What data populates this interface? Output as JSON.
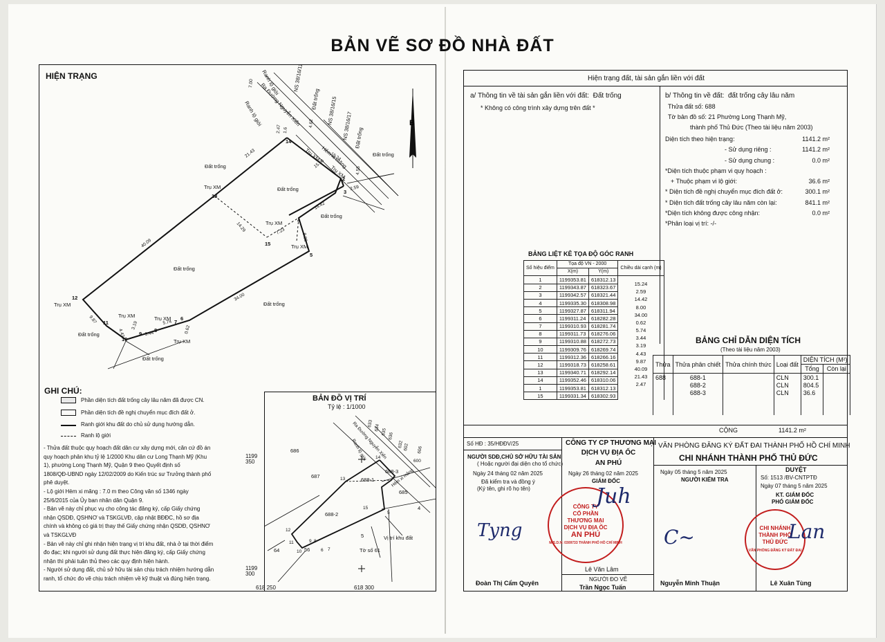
{
  "title": "BẢN VẼ SƠ ĐỒ NHÀ ĐẤT",
  "left": {
    "heading": "HIỆN TRẠNG",
    "compass_letter": "B",
    "plot_labels": {
      "ranh_lo_gioi_1": "Ranh lộ giới",
      "ranh_lo_gioi_2": "Ranh lộ giới",
      "ra_duong": "Ra Đường Nguyễn Xiển",
      "ns1": "NS 38/16/11",
      "ns2": "NS 38/16/15",
      "ns3": "NS 38/16/17",
      "dat_trong_top": "Đất trống",
      "hem": "Hẻm xi măng",
      "dat_trong_top2": "Đất trống",
      "dat_trong_right": "Đất trống",
      "dat_trong_left": "Đất trống",
      "dat_trong_center": "Đất trống",
      "dat_trong_mid": "Đất trống",
      "dat_trong_main": "Đất trống",
      "dat_trong_bottomright": "Đất trống",
      "dat_trong_bottomleft": "Đất trống",
      "dat_trong_bottom": "Đất trống",
      "tru_xm_13": "Trụ XM",
      "tru_xm_12": "Trụ XM",
      "tru_xm_a": "Trụ XM",
      "tru_xm_b": "Trụ XM",
      "tru_xm_c": "Trụ XM",
      "tru_xm_d": "Trụ XM",
      "tru_xm_e": "Trụ XM",
      "tru_xm_f": "Trụ XM",
      "tru_xm_g": "Trụ XM",
      "tru_xm_h": "Trụ XM"
    },
    "points": [
      "1",
      "2",
      "3",
      "4",
      "5",
      "6",
      "7",
      "8",
      "9",
      "10",
      "11",
      "12",
      "13",
      "14",
      "15"
    ],
    "dims": {
      "d7_00": "7.00",
      "d1_6": "1.6",
      "d2_47": "2.47",
      "d4_62": "4.62",
      "d4_55": "4.55",
      "d15_24": "15.24",
      "d15_06": "15.06",
      "d2_59": "2.59",
      "d14_42": "14.42",
      "d21_43": "21.43",
      "d14_29": "14.29",
      "d7_23": "7.23",
      "d8_00": "8.00",
      "d40_09": "40.09",
      "d34_00": "34.00",
      "d9_87": "9.87",
      "d4_43": "4.43",
      "d3_19": "3.19",
      "d3_44": "3.44",
      "d5_74": "5.74",
      "d0_62": "0.62"
    },
    "ghichu": {
      "heading": "GHI CHÚ:",
      "legend": [
        "Phần diện tích đất trống cây lâu năm đã được CN.",
        "Phần diện tích đề nghị chuyển mục đích đất ở.",
        "Ranh giới khu đất do chủ sử dụng hướng dẫn.",
        "Ranh lộ giới"
      ],
      "notes": [
        "- Thửa đất thuộc quy hoạch đất dân cư xây dựng mới, căn cứ đồ án",
        "quy hoạch phân khu tỷ lệ 1/2000 Khu dân cư Long Thạnh Mỹ (Khu",
        "1), phường Long Thạnh Mỹ, Quận 9 theo Quyết định số",
        "1808/QĐ-UBND ngày 12/02/2009 do Kiến trúc sư Trưởng thành phố",
        "phê duyệt.",
        "- Lộ giới Hẻm xi măng : 7.0 m theo Công văn số 1346 ngày",
        "25/6/2015 của Ủy ban nhân dân Quận 9.",
        "- Bản vẽ này chỉ phục vụ cho công tác đăng ký, cấp Giấy chứng",
        "nhận QSDĐ, QSHNƠ và TSKGLVĐ, cập nhật BĐĐC, hồ sơ địa",
        "chính và không có giá trị thay thế Giấy chứng nhận QSDĐ, QSHNƠ",
        "và TSKGLVĐ",
        "- Bản vẽ này chỉ ghi nhận hiện trạng vị trí khu đất, nhà ở tại thời điểm",
        "đo đạc; khi người sử dụng đất thực hiện đăng ký, cấp Giấy chứng",
        "nhận thì phải tuân thủ theo các quy định hiện hành.",
        "- Người sử dụng đất, chủ sở hữu tài sản chịu trách nhiệm hướng dẫn",
        "ranh, tổ chức đo vẽ chịu trách nhiệm về kỹ thuật và đúng hiện trạng."
      ]
    },
    "bando": {
      "title": "BẢN ĐỒ VỊ TRÍ",
      "scale": "Tỷ lệ : 1/1000",
      "grid_y_top": "1199",
      "grid_y_top2": "350",
      "grid_y_bot": "1199",
      "grid_y_bot2": "300",
      "grid_x_left": "618",
      "grid_x_left2": "250",
      "grid_x_right": "618",
      "grid_x_right2": "300",
      "parcels": [
        "686",
        "687",
        "688-1",
        "688-3",
        "685",
        "688-2",
        "5",
        "4",
        "64",
        "56",
        "633",
        "634",
        "635",
        "636",
        "632",
        "602",
        "600",
        "606"
      ],
      "labels": {
        "ra_duong": "Ra Đường Nguyễn Xiển",
        "ranh": "Ranh lộ giới",
        "hem": "Hẻm xi măng",
        "vitri": "Vị trí khu đất",
        "toso": "Tờ số 61"
      },
      "points": [
        "14",
        "13",
        "12",
        "11",
        "10",
        "9",
        "8",
        "7",
        "6",
        "15",
        "3",
        "5"
      ]
    }
  },
  "right": {
    "header": "Hiện trạng đất, tài sản gắn liền với đất",
    "a_title": "a/ Thông tin về tài sản gắn liền với đất:",
    "a_value": "Đất trống",
    "a_note": "* Không có công trình xây dựng trên đất *",
    "b_title": "b/ Thông tin về đất:",
    "b_value": "đất trống cây lâu năm",
    "thua": "Thửa đất số: 688",
    "to_ban_do": "Tờ bản đồ số: 21 Phường Long Thạnh Mỹ,",
    "tp": "thành phố Thủ Đức (Theo tài liệu năm 2003)",
    "area_rows": [
      {
        "label": "Diện tích theo hiện trạng:",
        "value": "1141.2 m²"
      },
      {
        "label": "- Sử dụng riêng :",
        "value": "1141.2 m²"
      },
      {
        "label": "- Sử dụng chung :",
        "value": "0.0 m²"
      },
      {
        "label": "*Diện tích thuộc phạm vi quy hoạch :",
        "value": ""
      },
      {
        "label": "+ Thuộc phạm vi lộ giới:",
        "value": "36.6 m²"
      },
      {
        "label": "* Diện tích đề nghị chuyển mục đích đất ở:",
        "value": "300.1 m²"
      },
      {
        "label": "* Diện tích đất trống cây lâu năm còn lại:",
        "value": "841.1 m²"
      },
      {
        "label": "*Diện tích không được công nhận:",
        "value": "0.0 m²"
      },
      {
        "label": "*Phân loại vị trí: -/-",
        "value": ""
      }
    ],
    "coord_title": "BẢNG LIỆT KÊ TỌA ĐỘ GÓC RANH",
    "coord_head": {
      "so_hieu": "Số hiệu điểm",
      "toado": "Tọa độ VN - 2000",
      "x": "X(m)",
      "y": "Y(m)",
      "chieu": "Chiều dài cạnh (m)"
    },
    "coords": [
      {
        "p": "1",
        "x": "1199353.81",
        "y": "618312.13"
      },
      {
        "p": "2",
        "x": "1199343.87",
        "y": "618323.67"
      },
      {
        "p": "3",
        "x": "1199342.57",
        "y": "618321.44"
      },
      {
        "p": "4",
        "x": "1199335.30",
        "y": "618308.98"
      },
      {
        "p": "5",
        "x": "1199327.87",
        "y": "618311.94"
      },
      {
        "p": "6",
        "x": "1199311.24",
        "y": "618282.28"
      },
      {
        "p": "7",
        "x": "1199310.93",
        "y": "618281.74"
      },
      {
        "p": "8",
        "x": "1199311.73",
        "y": "618276.06"
      },
      {
        "p": "9",
        "x": "1199310.88",
        "y": "618272.73"
      },
      {
        "p": "10",
        "x": "1199309.76",
        "y": "618269.74"
      },
      {
        "p": "11",
        "x": "1199312.36",
        "y": "618266.16"
      },
      {
        "p": "12",
        "x": "1199318.73",
        "y": "618258.61"
      },
      {
        "p": "13",
        "x": "1199340.71",
        "y": "618292.14"
      },
      {
        "p": "14",
        "x": "1199352.46",
        "y": "618310.06"
      },
      {
        "p": "1",
        "x": "1199353.81",
        "y": "618312.13"
      },
      {
        "p": "15",
        "x": "1199331.34",
        "y": "618302.93"
      }
    ],
    "edges": [
      "15.24",
      "2.59",
      "14.42",
      "8.00",
      "34.00",
      "0.62",
      "5.74",
      "3.44",
      "3.19",
      "4.43",
      "9.87",
      "40.09",
      "21.43",
      "2.47"
    ],
    "area_title": "BẢNG CHỈ DẪN DIỆN TÍCH",
    "area_sub": "(Theo tài liệu năm 2003)",
    "area_head": {
      "thua": "Thửa",
      "phanchiet": "Thửa phân chiết",
      "chinhthuc": "Thửa chính thức",
      "loaidat": "Loại đất",
      "dientich": "DIỆN TÍCH (M²)",
      "tong": "Tổng",
      "conlai": "Còn lại"
    },
    "area_thua": "688",
    "area_data": [
      {
        "pc": "688-1",
        "ld": "CLN",
        "dt": "300.1"
      },
      {
        "pc": "688-2",
        "ld": "CLN",
        "dt": "804.5"
      },
      {
        "pc": "688-3",
        "ld": "CLN",
        "dt": "36.6"
      }
    ],
    "cong_label": "CỘNG",
    "cong_value": "1141.2 m²",
    "sign": {
      "so_hd": "Số HĐ : 35/HĐĐV/25",
      "owner_title": "NGƯỜI SDĐ,CHỦ SỞ HỮU TÀI SẢN",
      "owner_sub": "( Hoặc người đại diện cho tổ chức)",
      "owner_date": "Ngày 24 tháng 02 năm 2025",
      "owner_note1": "Đã kiểm tra và đồng ý",
      "owner_note2": "(Ký tên, ghi rõ họ tên)",
      "owner_name": "Đoàn Thị Cẩm Quyên",
      "company1": "CÔNG TY CP THƯƠNG MẠI",
      "company2": "DỊCH VỤ ĐỊA ỐC",
      "company3": "AN PHÚ",
      "company_date": "Ngày 26 tháng 02 năm 2025",
      "company_role": "GIÁM ĐỐC",
      "company_name": "Lê Văn Lâm",
      "surveyor_role": "NGƯỜI ĐO VẼ",
      "surveyor_name": "Trần Ngọc Tuấn",
      "office1": "VĂN PHÒNG ĐĂNG KÝ ĐẤT ĐAI THÀNH PHỐ HỒ CHÍ MINH",
      "office2": "CHI NHÁNH THÀNH PHỐ THỦ ĐỨC",
      "check_date": "Ngày 05 tháng 5 năm 2025",
      "check_role": "NGƯỜI KIỂM TRA",
      "check_name": "Nguyễn Minh Thuận",
      "duyet": "DUYỆT",
      "so": "Số: 1513 /BV-CNTPTĐ",
      "duyet_date": "Ngày 07 tháng 5 năm 2025",
      "kt": "KT. GIÁM ĐỐC",
      "pgd": "PHÓ GIÁM ĐỐC",
      "director_name": "Lê Xuân Tùng",
      "stamp1_lines": [
        "CÔNG TY",
        "CỔ PHẦN",
        "THƯƠNG MẠI",
        "DỊCH VỤ ĐỊA ỐC",
        "AN PHÚ"
      ],
      "stamp1_ring": "M.S.D.N: 0309733 THÀNH PHỐ HỒ CHÍ MINH",
      "stamp2_lines": [
        "CHI NHÁNH",
        "THÀNH PHỐ",
        "THỦ ĐỨC"
      ],
      "stamp2_ring": "VĂN PHÒNG ĐĂNG KÝ ĐẤT ĐAI"
    }
  }
}
